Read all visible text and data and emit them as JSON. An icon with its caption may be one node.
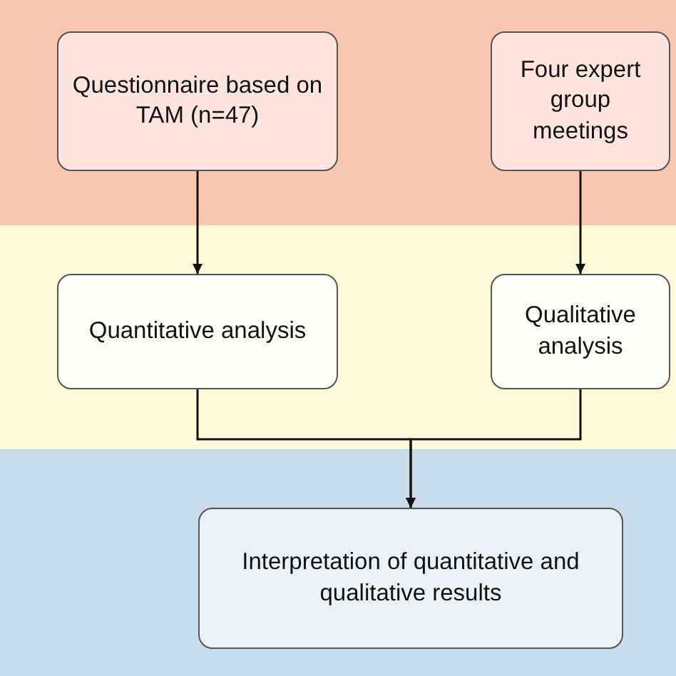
{
  "diagram": {
    "nodes": [
      {
        "text": [
          "Questionnaire based on TAM (n=47)"
        ]
      },
      {
        "text": [
          "Four expert group meetings"
        ]
      },
      {
        "text": [
          "Quantitative analysis"
        ]
      },
      {
        "text": [
          "Qualitative analysis"
        ]
      },
      {
        "text": [
          "Interpretation of quantitative and qualitative results"
        ]
      }
    ],
    "edges": [
      {
        "from": 0,
        "to": 2,
        "arrow": "to"
      },
      {
        "from": 1,
        "to": 3,
        "arrow": "to"
      },
      {
        "from": 2,
        "to": 4,
        "arrow": "to"
      },
      {
        "from": 3,
        "to": 4,
        "arrow": "to"
      }
    ]
  }
}
